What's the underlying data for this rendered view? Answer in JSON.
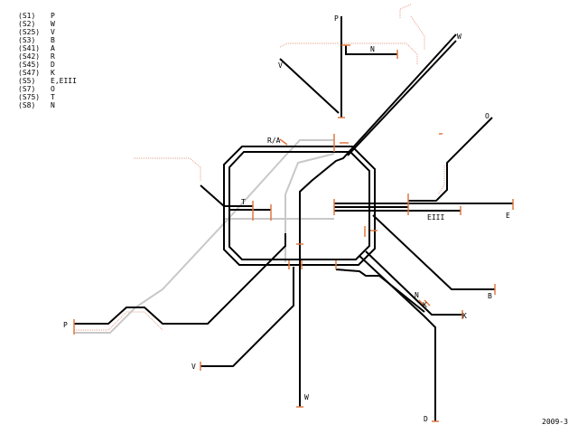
{
  "legend": [
    {
      "line": "(S1)",
      "dest": "P"
    },
    {
      "line": "(S2)",
      "dest": "W"
    },
    {
      "line": "(S25)",
      "dest": "V"
    },
    {
      "line": "(S3)",
      "dest": "B"
    },
    {
      "line": "(S41)",
      "dest": "A"
    },
    {
      "line": "(S42)",
      "dest": "R"
    },
    {
      "line": "(S45)",
      "dest": "D"
    },
    {
      "line": "(S47)",
      "dest": "K"
    },
    {
      "line": "(S5)",
      "dest": "E,EIII"
    },
    {
      "line": "(S7)",
      "dest": "O"
    },
    {
      "line": "(S75)",
      "dest": "T"
    },
    {
      "line": "(S8)",
      "dest": "N"
    }
  ],
  "map_labels": {
    "ring": "R/A",
    "p_north": "P",
    "w_ne": "W",
    "n_north": "N",
    "v_nw": "V",
    "o_east": "O",
    "t_west": "T",
    "e_east": "E",
    "eiii_east": "EIII",
    "b_se": "B",
    "n_south": "N",
    "k_south_1": "K",
    "k_south_2": "K",
    "p_west": "P",
    "v_sw": "V",
    "w_south": "W",
    "d_south": "D"
  },
  "date_stamp": "2009-3",
  "colors": {
    "track": "#000000",
    "track_alt": "#c8c8c8",
    "track_planned": "#e6a08a",
    "station_tick": "#e07840"
  }
}
